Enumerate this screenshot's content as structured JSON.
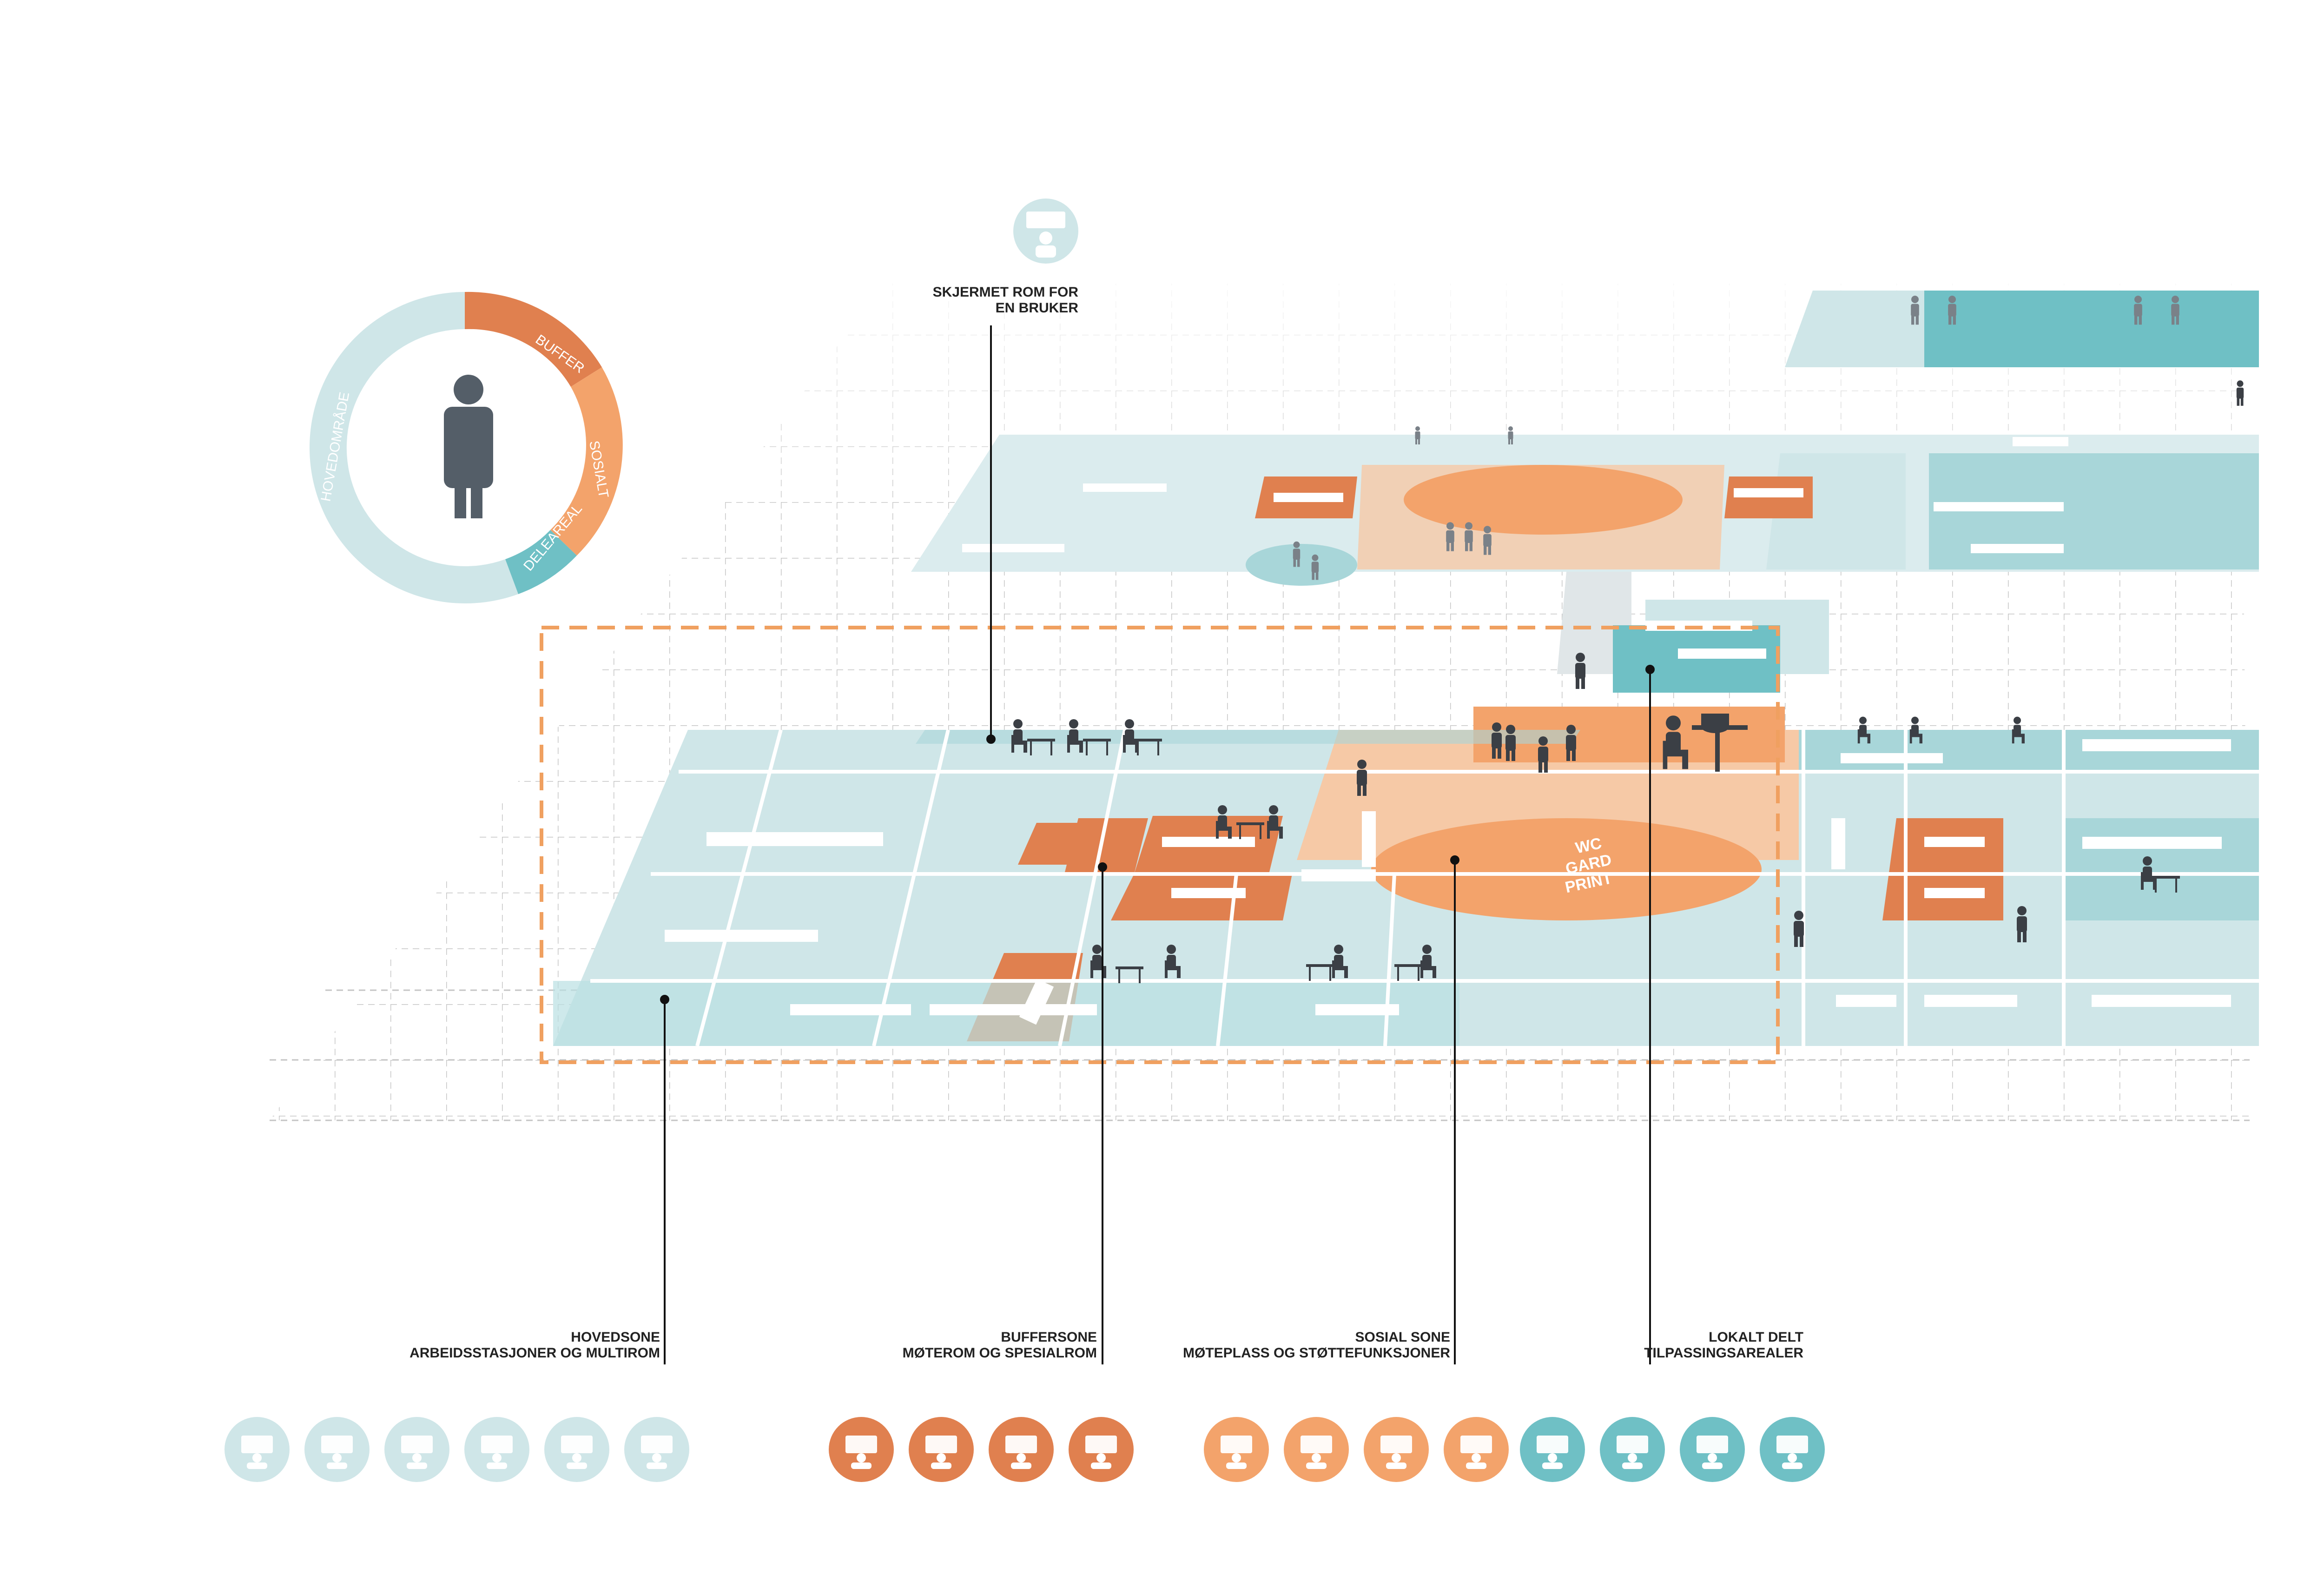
{
  "ring": {
    "segments": [
      {
        "label": "BUFFER",
        "color": "#e0804f"
      },
      {
        "label": "SOSIALT",
        "color": "#f3a36b"
      },
      {
        "label": "DELEAREAL",
        "color": "#6fc0c5"
      },
      {
        "label": "HOVEDOMRÅDE",
        "color": "#cfe6e8"
      }
    ],
    "person_color": "#545e68"
  },
  "callout_top": {
    "line1": "SKJERMET ROM FOR",
    "line2": "EN BRUKER"
  },
  "center_room": {
    "line1": "WC",
    "line2": "GARD",
    "line3": "PRINT"
  },
  "zones": [
    {
      "title": "HOVEDSONE",
      "subtitle": "ARBEIDSSTASJONER OG MULTIROM"
    },
    {
      "title": "BUFFERSONE",
      "subtitle": "MØTEROM OG SPESIALROM"
    },
    {
      "title": "SOSIAL SONE",
      "subtitle": "MØTEPLASS OG STØTTEFUNKSJONER"
    },
    {
      "title": "LOKALT DELT",
      "subtitle": "TILPASSINGSAREALER"
    }
  ],
  "legend_groups": [
    {
      "color": "#cfe6e8",
      "icons": [
        "video-meeting-icon",
        "single-user-screen-icon",
        "workstations-icon",
        "connected-users-icon",
        "group-workstations-icon",
        "network-map-icon"
      ]
    },
    {
      "color": "#e0804f",
      "icons": [
        "video-conference-icon",
        "meeting-room-icon",
        "idea-presentation-icon",
        "lounge-sofa-icon"
      ]
    },
    {
      "color": "#f3a36b",
      "icons": [
        "meeting-point-icon",
        "printer-icon",
        "lockers-icon",
        "wardrobe-icon"
      ]
    },
    {
      "color": "#6fc0c5",
      "icons": [
        "shared-sofa-icon",
        "shared-screens-icon",
        "outdoor-tree-icon",
        "quiet-rest-icon"
      ]
    }
  ],
  "colors": {
    "teal_light": "#cfe6e8",
    "teal_mid": "#a8d6d9",
    "teal_dark": "#6fc0c5",
    "orange_dark": "#e0804f",
    "orange_light": "#f3a36b",
    "peach": "#f6c9a6",
    "grey_icon": "#545e68",
    "dash_frame": "#f0a060"
  }
}
